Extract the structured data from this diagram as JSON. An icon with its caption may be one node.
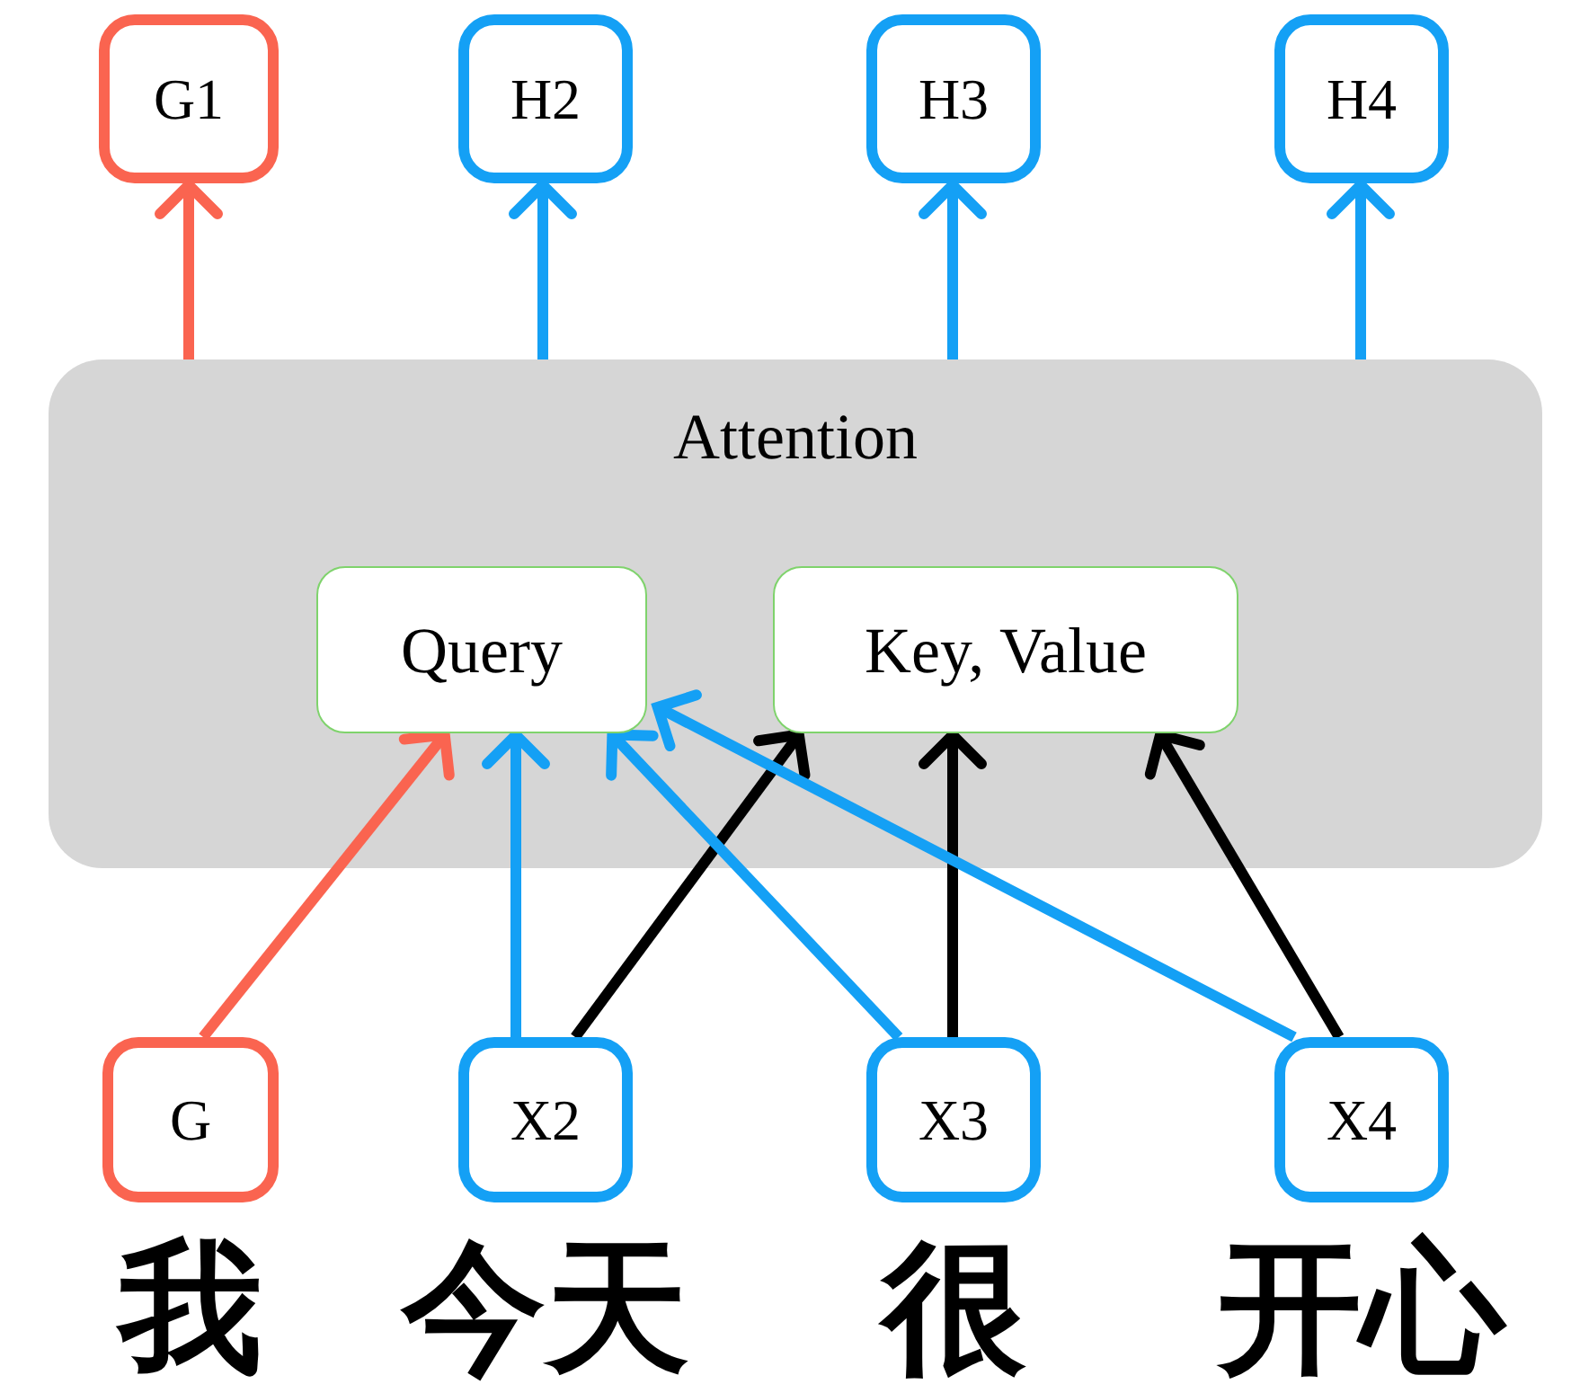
{
  "diagram": {
    "nodes": [
      {
        "text": [
          "G1"
        ]
      },
      {
        "text": [
          "H2"
        ]
      },
      {
        "text": [
          "H3"
        ]
      },
      {
        "text": [
          "H4"
        ]
      },
      {
        "text": [
          "Attention"
        ]
      },
      {
        "text": [
          "Query"
        ],
        "in": 4
      },
      {
        "text": [
          "Key, Value"
        ],
        "in": 4
      },
      {
        "text": [
          "G"
        ],
        "beside": [
          "我"
        ]
      },
      {
        "text": [
          "X2"
        ],
        "beside": [
          "今天"
        ]
      },
      {
        "text": [
          "X3"
        ],
        "beside": [
          "很"
        ]
      },
      {
        "text": [
          "X4"
        ],
        "beside": [
          "开心"
        ]
      }
    ],
    "edges": [
      {
        "from": 4,
        "to": 0,
        "arrow": "to",
        "color": "#fa6450"
      },
      {
        "from": 4,
        "to": 1,
        "arrow": "to"
      },
      {
        "from": 4,
        "to": 2,
        "arrow": "to"
      },
      {
        "from": 4,
        "to": 3,
        "arrow": "to"
      },
      {
        "from": 7,
        "to": 5,
        "arrow": "to",
        "color": "#fa6450"
      },
      {
        "from": 8,
        "to": 5,
        "arrow": "to"
      },
      {
        "from": 8,
        "to": 6,
        "arrow": "to",
        "color": "#000000"
      },
      {
        "from": 9,
        "to": 5,
        "arrow": "to"
      },
      {
        "from": 9,
        "to": 6,
        "arrow": "to",
        "color": "#000000"
      },
      {
        "from": 10,
        "to": 5,
        "arrow": "to"
      },
      {
        "from": 10,
        "to": 6,
        "arrow": "to",
        "color": "#000000"
      }
    ]
  }
}
